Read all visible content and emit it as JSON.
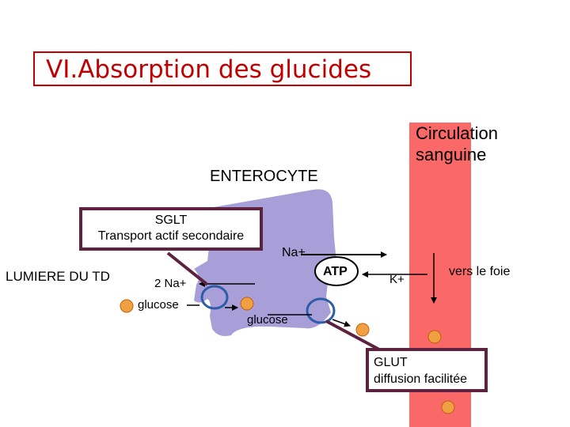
{
  "title": "VI.Absorption des  glucides",
  "labels": {
    "circulation_line1": "Circulation",
    "circulation_line2": "sanguine",
    "enterocyte": "ENTEROCYTE",
    "lumiere": "LUMIERE DU TD",
    "na_plus": "Na+",
    "two_na_plus": "2 Na+",
    "glucose_lumen": "glucose",
    "glucose_cell": "glucose",
    "atp": "ATP",
    "k_plus": "K+",
    "vers_le_foie": "vers le foie"
  },
  "sglt": {
    "line1": "SGLT",
    "line2": "Transport actif secondaire"
  },
  "glut": {
    "line1": "GLUT",
    "line2": "diffusion facilitée"
  },
  "colors": {
    "title": "#c00000",
    "cell": "#a89ed8",
    "blood_vessel": "#fa6868",
    "callout_border": "#5b2340",
    "transporter": "#2e5ca8",
    "glucose": "#f0a040"
  }
}
